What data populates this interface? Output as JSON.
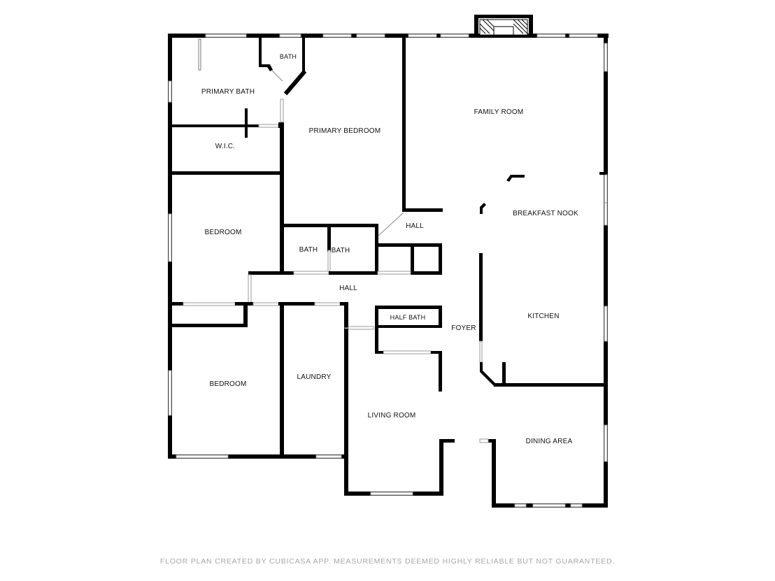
{
  "rooms": {
    "primary_bath": "PRIMARY BATH",
    "bath_top": "BATH",
    "wic": "W.I.C.",
    "primary_bedroom": "PRIMARY BEDROOM",
    "family_room": "FAMILY ROOM",
    "breakfast_nook": "BREAKFAST NOOK",
    "hall_upper": "HALL",
    "bedroom_upper": "BEDROOM",
    "bath_left": "BATH",
    "bath_right": "BATH",
    "hall_main": "HALL",
    "half_bath": "HALF BATH",
    "foyer": "FOYER",
    "kitchen": "KITCHEN",
    "bedroom_lower": "BEDROOM",
    "laundry": "LAUNDRY",
    "living_room": "LIVING ROOM",
    "dining_area": "DINING AREA"
  },
  "footer": {
    "disclaimer": "FLOOR PLAN CREATED BY CUBICASA APP. MEASUREMENTS DEEMED HIGHLY RELIABLE BUT NOT GUARANTEED."
  },
  "colors": {
    "wall": "#000000",
    "background": "#ffffff",
    "footer_text": "#a6a6a6"
  }
}
